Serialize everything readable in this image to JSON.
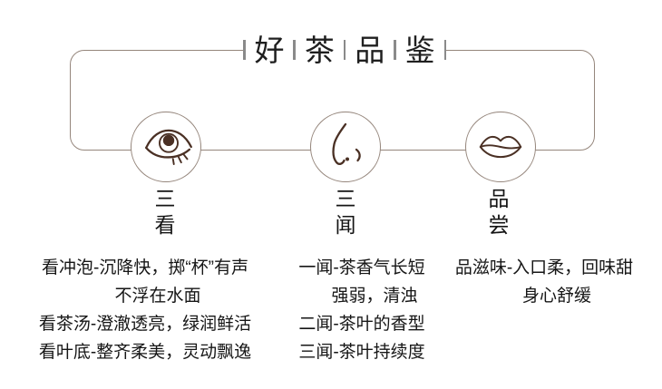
{
  "page": {
    "background": "#ffffff"
  },
  "colors": {
    "frame_line": "#95867c",
    "icon_stroke": "#4a3024",
    "tick_gray": "#8a8a8a",
    "text": "#161616"
  },
  "title": {
    "text": "好茶品鉴",
    "chars": [
      "好",
      "茶",
      "品",
      "鉴"
    ]
  },
  "sections": [
    {
      "icon": "eye-icon",
      "label": "三看",
      "lines": [
        "看冲泡-沉降快，掷“杯”有声",
        "不浮在水面",
        "看茶汤-澄澈透亮，绿润鲜活",
        "看叶底-整齐柔美，灵动飘逸"
      ]
    },
    {
      "icon": "nose-icon",
      "label": "三闻",
      "lines": [
        "一闻-茶香气长短",
        "强弱，清浊",
        "二闻-茶叶的香型",
        "三闻-茶叶持续度"
      ]
    },
    {
      "icon": "lips-icon",
      "label": "品尝",
      "lines": [
        "品滋味-入口柔，回味甜",
        "身心舒缓"
      ]
    }
  ]
}
